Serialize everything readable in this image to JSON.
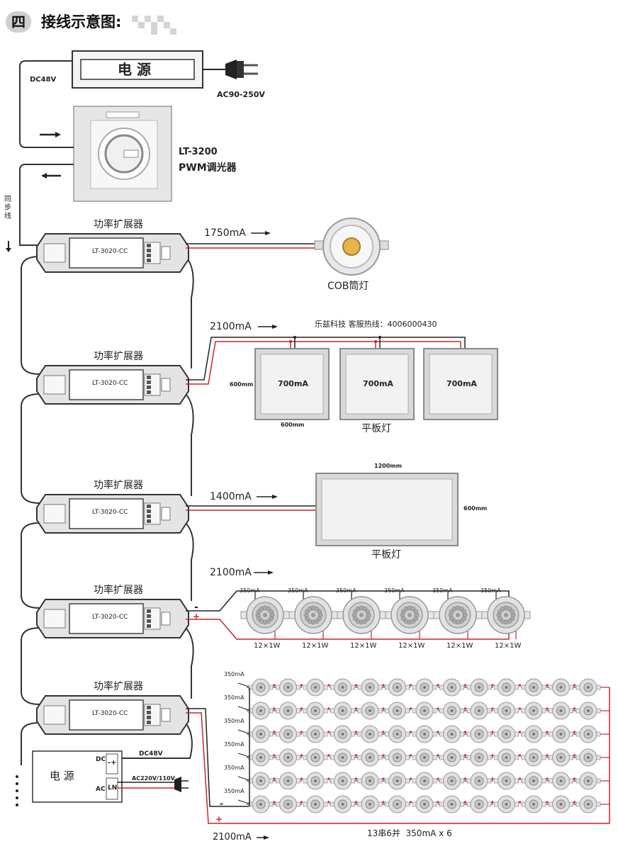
{
  "header": {
    "number": "四",
    "title": "接线示意图:"
  },
  "power_top": {
    "label": "电 源",
    "dc_label": "DC48V",
    "ac_label": "AC90-250V"
  },
  "dimmer": {
    "model": "LT-3200",
    "name": "PWM调光器"
  },
  "sync_line": "同步线",
  "amplifier": {
    "title": "功率扩展器",
    "model": "LT-3020-CC"
  },
  "rows": [
    {
      "current": "1750mA",
      "lamp_label": "COB筒灯"
    },
    {
      "current": "2100mA",
      "hotline": "乐兹科技 客服热线：4006000430",
      "panel_current": "700mA",
      "size_w": "600mm",
      "size_h": "600mm",
      "lamp_label": "平板灯"
    },
    {
      "current": "1400mA",
      "size_w": "1200mm",
      "size_h": "600mm",
      "lamp_label": "平板灯"
    },
    {
      "current": "2100mA",
      "spot_current": "350mA",
      "spot_spec": "12×1W",
      "minus": "-",
      "plus": "+"
    },
    {
      "current": "2100mA",
      "string_current": "350mA",
      "caption": "13串6并  350mA x 6",
      "minus": "-",
      "plus": "+"
    }
  ],
  "power_bottom": {
    "label": "电 源",
    "dc": "DC",
    "ac": "AC",
    "dc_label": "DC48V",
    "ac_label": "AC220V/110V",
    "terminal_dc": "-+",
    "terminal_ac": "LN"
  },
  "colors": {
    "red_wire": "#d0232a",
    "black_wire": "#222222",
    "panel_fill": "#ededed",
    "panel_frame": "#9a9a9a"
  }
}
